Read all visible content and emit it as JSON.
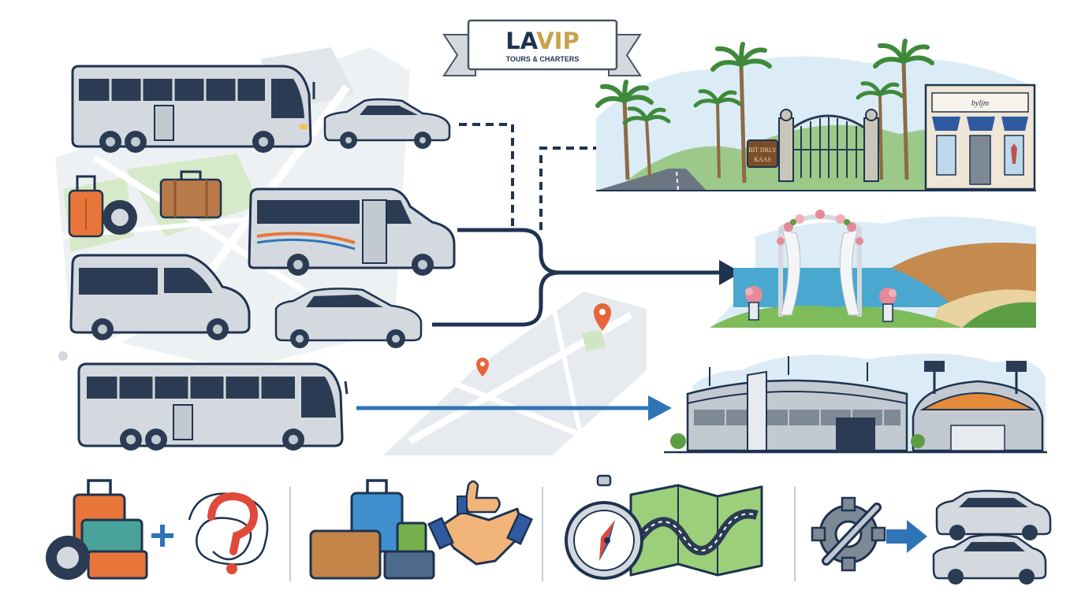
{
  "logo": {
    "word_primary": "LA",
    "word_accent": "VIP",
    "tagline": "TOURS & CHARTERS"
  },
  "signs": {
    "gate_sign_line1": "BIT DRLY",
    "gate_sign_line2": "KAAS",
    "shop_sign": "byljm"
  },
  "colors": {
    "navy": "#1e3350",
    "blue_arrow": "#2f74b5",
    "gold": "#c9a24a",
    "vehicle_body": "#d4d9df",
    "window": "#2b3b53",
    "map_green": "#cfe5c3",
    "map_grey": "#e7eaee",
    "pin": "#e6653a",
    "sky": "#dcecf7",
    "palm": "#3f8a3a"
  },
  "icons": [
    "luggage-icon",
    "question-tangle-icon",
    "handshake-icon",
    "compass-icon",
    "route-map-icon",
    "gear-wrench-icon",
    "car-fleet-icon"
  ]
}
